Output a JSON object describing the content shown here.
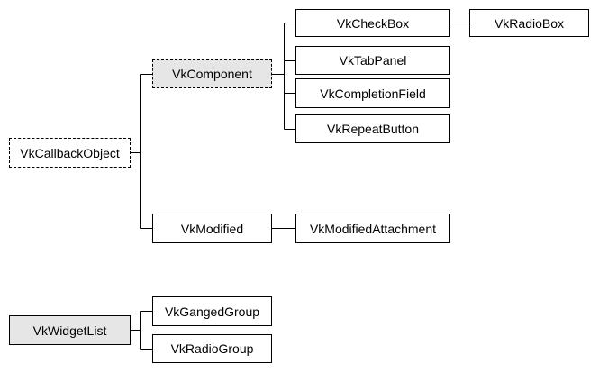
{
  "diagram": {
    "nodes": {
      "vk_callback_object": "VkCallbackObject",
      "vk_component": "VkComponent",
      "vk_check_box": "VkCheckBox",
      "vk_radio_box": "VkRadioBox",
      "vk_tab_panel": "VkTabPanel",
      "vk_completion_field": "VkCompletionField",
      "vk_repeat_button": "VkRepeatButton",
      "vk_modified": "VkModified",
      "vk_modified_attachment": "VkModifiedAttachment",
      "vk_widget_list": "VkWidgetList",
      "vk_ganged_group": "VkGangedGroup",
      "vk_radio_group": "VkRadioGroup"
    },
    "edges": [
      [
        "vk_callback_object",
        "vk_component"
      ],
      [
        "vk_callback_object",
        "vk_modified"
      ],
      [
        "vk_component",
        "vk_check_box"
      ],
      [
        "vk_component",
        "vk_tab_panel"
      ],
      [
        "vk_component",
        "vk_completion_field"
      ],
      [
        "vk_component",
        "vk_repeat_button"
      ],
      [
        "vk_check_box",
        "vk_radio_box"
      ],
      [
        "vk_modified",
        "vk_modified_attachment"
      ],
      [
        "vk_widget_list",
        "vk_ganged_group"
      ],
      [
        "vk_widget_list",
        "vk_radio_group"
      ]
    ],
    "colors": {
      "line": "#000000",
      "abstract_fill": "#e6e6e6",
      "node_fill": "#ffffff"
    }
  }
}
